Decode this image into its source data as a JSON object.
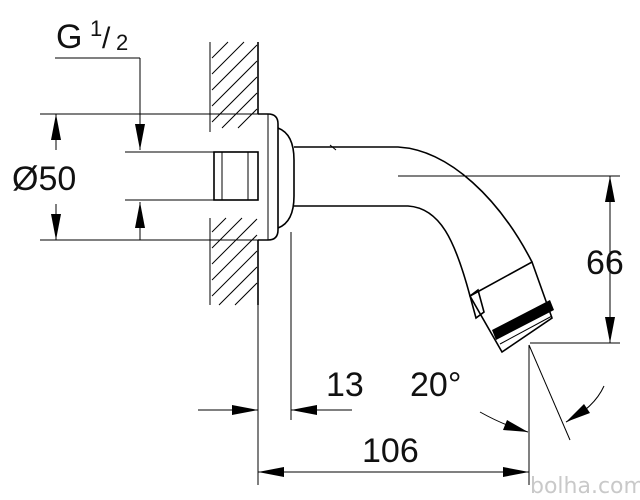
{
  "labels": {
    "thread_main": "G",
    "thread_num": "1",
    "thread_slash": "/",
    "thread_den": "2",
    "diameter": "Ø50",
    "height": "66",
    "wall_offset": "13",
    "angle": "20°",
    "length": "106"
  },
  "watermark": "bolha.com"
}
